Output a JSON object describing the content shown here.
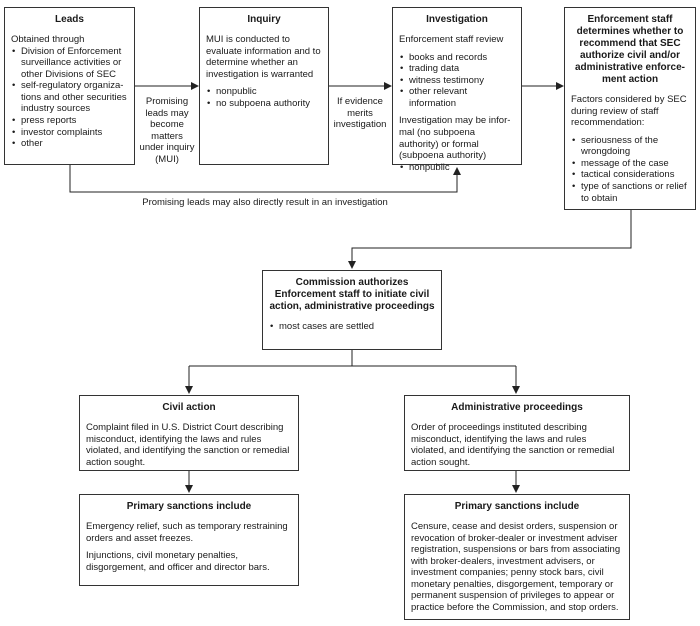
{
  "leads": {
    "title": "Leads",
    "intro": "Obtained through",
    "items": [
      "Division of Enforcement surveillance activities or other Divisions of SEC",
      "self-regulatory organiza-tions and other securities industry sources",
      "press reports",
      "investor complaints",
      "other"
    ]
  },
  "inquiry": {
    "title": "Inquiry",
    "text": "MUI is conducted to evaluate information and to determine whether an investigation is warranted",
    "items": [
      "nonpublic",
      "no subpoena authority"
    ]
  },
  "investigation": {
    "title": "Investigation",
    "intro": "Enforcement staff review",
    "items": [
      "books and records",
      "trading data",
      "witness testimony",
      "other relevant information"
    ],
    "note": "Investigation may be infor-mal (no subpoena authority) or formal (subpoena authority)",
    "note_items": [
      "nonpublic"
    ]
  },
  "enforcement": {
    "title": "Enforcement staff determines whether to recommend that SEC authorize civil and/or administrative enforce-ment action",
    "intro": "Factors considered by SEC during review of staff recommendation:",
    "items": [
      "seriousness of the wrongdoing",
      "message of the case",
      "tactical considerations",
      "type of sanctions or relief to obtain"
    ]
  },
  "commission": {
    "title": "Commission authorizes Enforcement staff to initiate civil action, administrative proceedings",
    "items": [
      "most cases are settled"
    ]
  },
  "civil_action": {
    "title": "Civil action",
    "text": "Complaint filed in U.S. District Court describing misconduct, identifying the laws and rules violated, and identifying the sanction or remedial action sought."
  },
  "admin_proceedings": {
    "title": "Administrative proceedings",
    "text": "Order of proceedings instituted describing misconduct, identifying the laws and rules violated, and identifying the sanction or remedial action sought."
  },
  "civil_sanctions": {
    "title": "Primary sanctions include",
    "p1": "Emergency relief, such as temporary restraining orders and asset freezes.",
    "p2": "Injunctions, civil monetary penalties, disgorgement, and officer and director bars."
  },
  "admin_sanctions": {
    "title": "Primary sanctions include",
    "text": "Censure, cease and desist orders, suspension or revocation of broker-dealer or investment adviser registration, suspensions or bars from associating with broker-dealers, investment advisers, or investment companies; penny stock bars, civil monetary penalties, disgorgement, temporary or permanent suspension of privileges to appear or practice before the Commission, and stop orders."
  },
  "labels": {
    "leads_to_inquiry": "Promising leads may become matters under inquiry (MUI)",
    "inquiry_to_investigation": "If evidence merits investigation",
    "direct_investigation": "Promising leads may also directly result in an investigation"
  }
}
